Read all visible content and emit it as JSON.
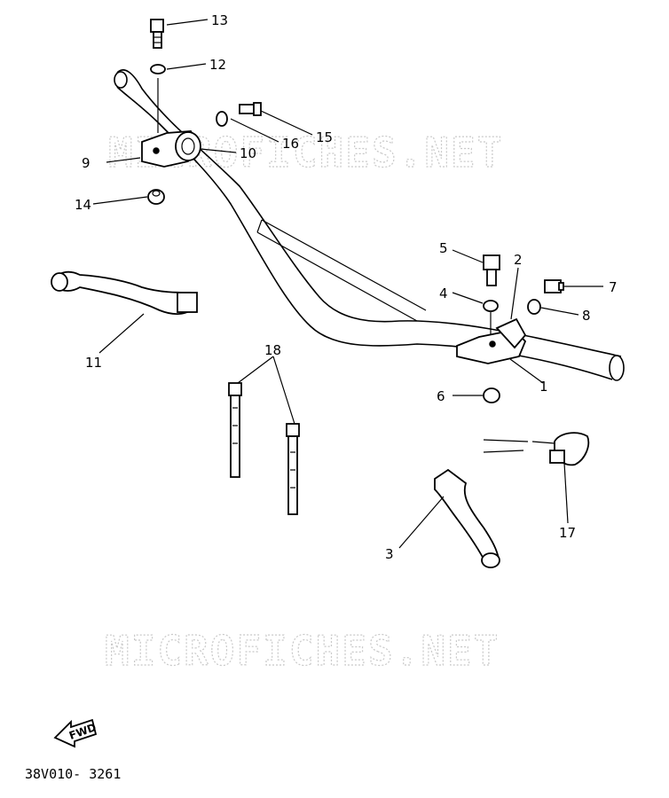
{
  "watermark": {
    "top": "MICROFICHES.NET",
    "bottom": "MICROFICHES.NET"
  },
  "labels": {
    "p1": "1",
    "p2": "2",
    "p3": "3",
    "p4": "4",
    "p5": "5",
    "p6": "6",
    "p7": "7",
    "p8": "8",
    "p9": "9",
    "p10": "10",
    "p11": "11",
    "p12": "12",
    "p13": "13",
    "p14": "14",
    "p15": "15",
    "p16": "16",
    "p17": "17",
    "p18": "18"
  },
  "fwd_arrow_text": "FWD",
  "catalog_number": "38V010- 3261"
}
